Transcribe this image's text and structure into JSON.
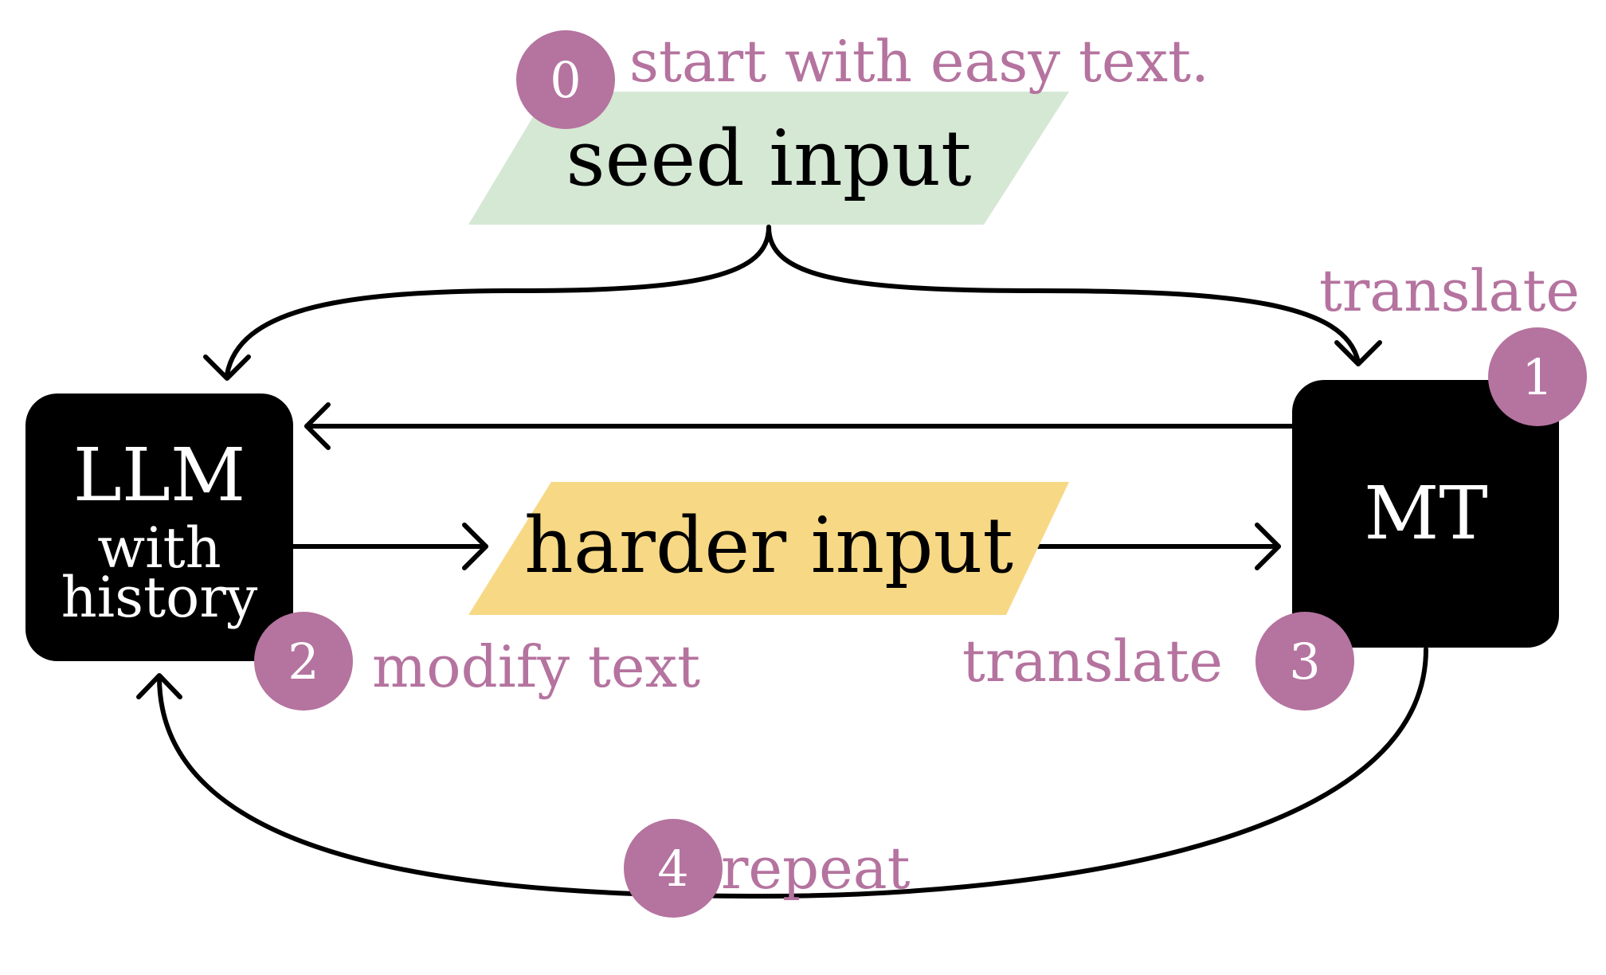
{
  "colors": {
    "badge": "#b5739f",
    "annotation": "#b5739f",
    "seed_fill": "#d5e8d4",
    "harder_fill": "#f7d884",
    "box_fill": "#000000",
    "box_text": "#ffffff",
    "arrow": "#000000"
  },
  "nodes": {
    "seed_input": {
      "label": "seed input"
    },
    "harder_input": {
      "label": "harder input"
    },
    "llm": {
      "line1": "LLM",
      "line2": "with",
      "line3": "history"
    },
    "mt": {
      "label": "MT"
    }
  },
  "steps": [
    {
      "number": "0",
      "text": "start with easy text."
    },
    {
      "number": "1",
      "text": "translate"
    },
    {
      "number": "2",
      "text": "modify text"
    },
    {
      "number": "3",
      "text": "translate"
    },
    {
      "number": "4",
      "text": "repeat"
    }
  ]
}
